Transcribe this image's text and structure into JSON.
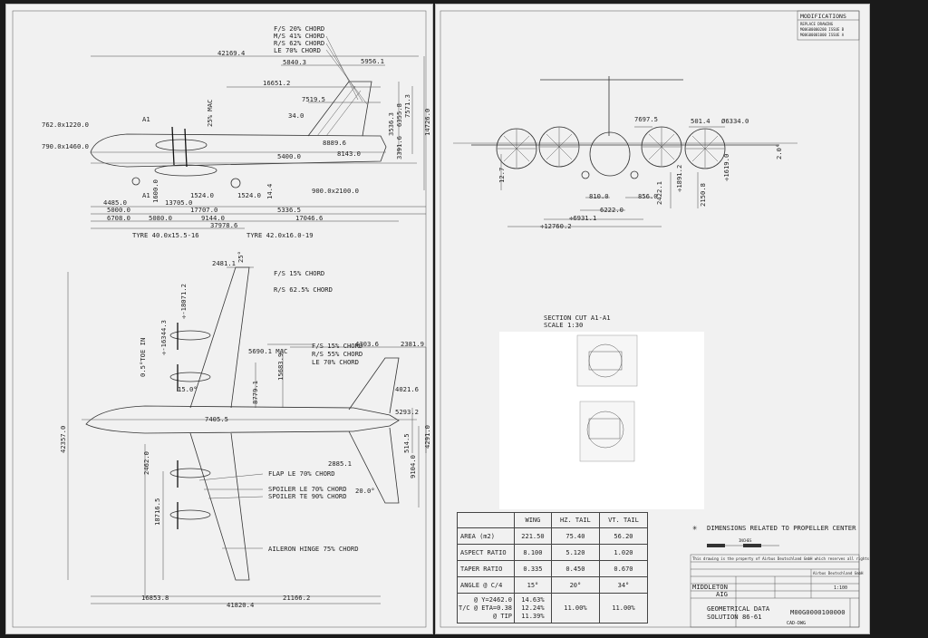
{
  "title_block": {
    "modifications_label": "MODIFICATIONS",
    "replace_drawing": "REPLACE DRAWING",
    "mod_line_1": "M00G00000200  ISSUE B",
    "mod_line_2": "M00G00001000  ISSUE A",
    "legend_text": "DIMENSIONS RELATED TO PROPELLER CENTER",
    "scale_label": "INCHES",
    "property_note": "This drawing is the property of Airbus Deutschland GmbH which reserves all rights",
    "company": "Airbus Deutschland GmbH",
    "designer_name": "MIDDLETON",
    "dept": "AIG",
    "title": "GEOMETRICAL DATA",
    "subtitle": "SOLUTION 86-61",
    "drawing_number": "M00G0000100000",
    "sheet_code": "CAD-DWG",
    "scale_value": "1:100"
  },
  "side_view": {
    "chords": [
      "F/S 20% CHORD",
      "M/S 41% CHORD",
      "R/S 62% CHORD",
      "LE 70% CHORD"
    ],
    "dims": {
      "d42169": "42169.4",
      "d5840": "5840.3",
      "d5956": "5956.1",
      "d16651": "16651.2",
      "d7519": "7519.5",
      "d34": "34.0",
      "d8889": "8889.6",
      "d8143": "8143.0",
      "d5400": "5400.0",
      "d762": "762.0x1220.0",
      "d790": "790.0x1460.0",
      "a1": "A1",
      "mac": "25% MAC",
      "d3536": "3536.3",
      "d6355": "6355.8",
      "d7571": "7571.3",
      "d3391": "3391.6",
      "d14726": "14726.0",
      "d4485": "4485.0",
      "d1600": "1600.0",
      "d13705": "13705.0",
      "d1524a": "1524.0",
      "d1524b": "1524.0",
      "d14": "14.4",
      "d900": "900.0x2100.0",
      "d5000": "5000.0",
      "d17707": "17707.0",
      "d5336": "5336.5",
      "d6708": "6708.0",
      "d5080": "5080.0",
      "d9144": "9144.0",
      "d17046": "17046.6",
      "d37978": "37978.6",
      "tyre1": "TYRE 40.0x15.5-16",
      "tyre2": "TYRE 42.0x16.0-19"
    }
  },
  "front_view": {
    "dims": {
      "d7697": "7697.5",
      "d501": "501.4",
      "d6334": "Ø6334.0",
      "d2": "2.0°",
      "d12": "12.7",
      "d810": "810.0",
      "d856": "856.0",
      "d2422": "2422.1",
      "d1891": "✛1891.2",
      "d1619": "✛1619.0",
      "d2150": "2150.8",
      "d6222": "6222.0",
      "d6931": "✛6931.1",
      "d12760": "✛12760.2"
    }
  },
  "section": {
    "title": "SECTION CUT A1-A1",
    "scale": "SCALE 1:30"
  },
  "plan_view": {
    "chords": [
      "F/S 15% CHORD",
      "R/S 62.5% CHORD"
    ],
    "tail_chords": [
      "F/S 15% CHORD",
      "R/S 55% CHORD",
      "LE 70% CHORD"
    ],
    "hinge_labels": [
      "FLAP LE 70% CHORD",
      "SPOILER LE 70% CHORD",
      "SPOILER TE 90% CHORD",
      "AILERON HINGE 75% CHORD"
    ],
    "dims": {
      "d2481": "2481.1",
      "d25": "25°",
      "d18071": "✛-18071.2",
      "d16344": "✛-16344.3",
      "toe": "0.5°TOE IN",
      "d5690": "5690.1 MAC",
      "d15683": "15683.9",
      "d4303": "4303.6",
      "d2381": "2381.9",
      "d15": "15.0°",
      "d8779": "8779.1",
      "d4021": "4021.6",
      "d7405": "7405.5",
      "d5293": "5293.2",
      "d4291": "4291.0",
      "d42357": "42357.0",
      "d2462": "2462.0",
      "d514": "514.5",
      "d2885": "2885.1",
      "d9104": "9104.0",
      "d20": "20.0°",
      "d18716": "18716.5",
      "d16853": "16853.8",
      "d21166": "21166.2",
      "d41820": "41820.4"
    }
  },
  "table": {
    "headers": [
      "",
      "WING",
      "HZ. TAIL",
      "VT. TAIL"
    ],
    "rows": [
      [
        "AREA (m2)",
        "221.50",
        "75.40",
        "56.20"
      ],
      [
        "ASPECT RATIO",
        "8.100",
        "5.120",
        "1.020"
      ],
      [
        "TAPER RATIO",
        "0.335",
        "0.450",
        "0.670"
      ],
      [
        "ANGLE @ C/4",
        "15°",
        "20°",
        "34°"
      ]
    ],
    "tc_labels": [
      "@ Y=2462.0",
      "T/C @ ETA=0.38",
      "@ TIP"
    ],
    "tc_wing": [
      "14.63%",
      "12.24%",
      "11.39%"
    ],
    "tc_hz": "11.00%",
    "tc_vt": "11.00%"
  }
}
